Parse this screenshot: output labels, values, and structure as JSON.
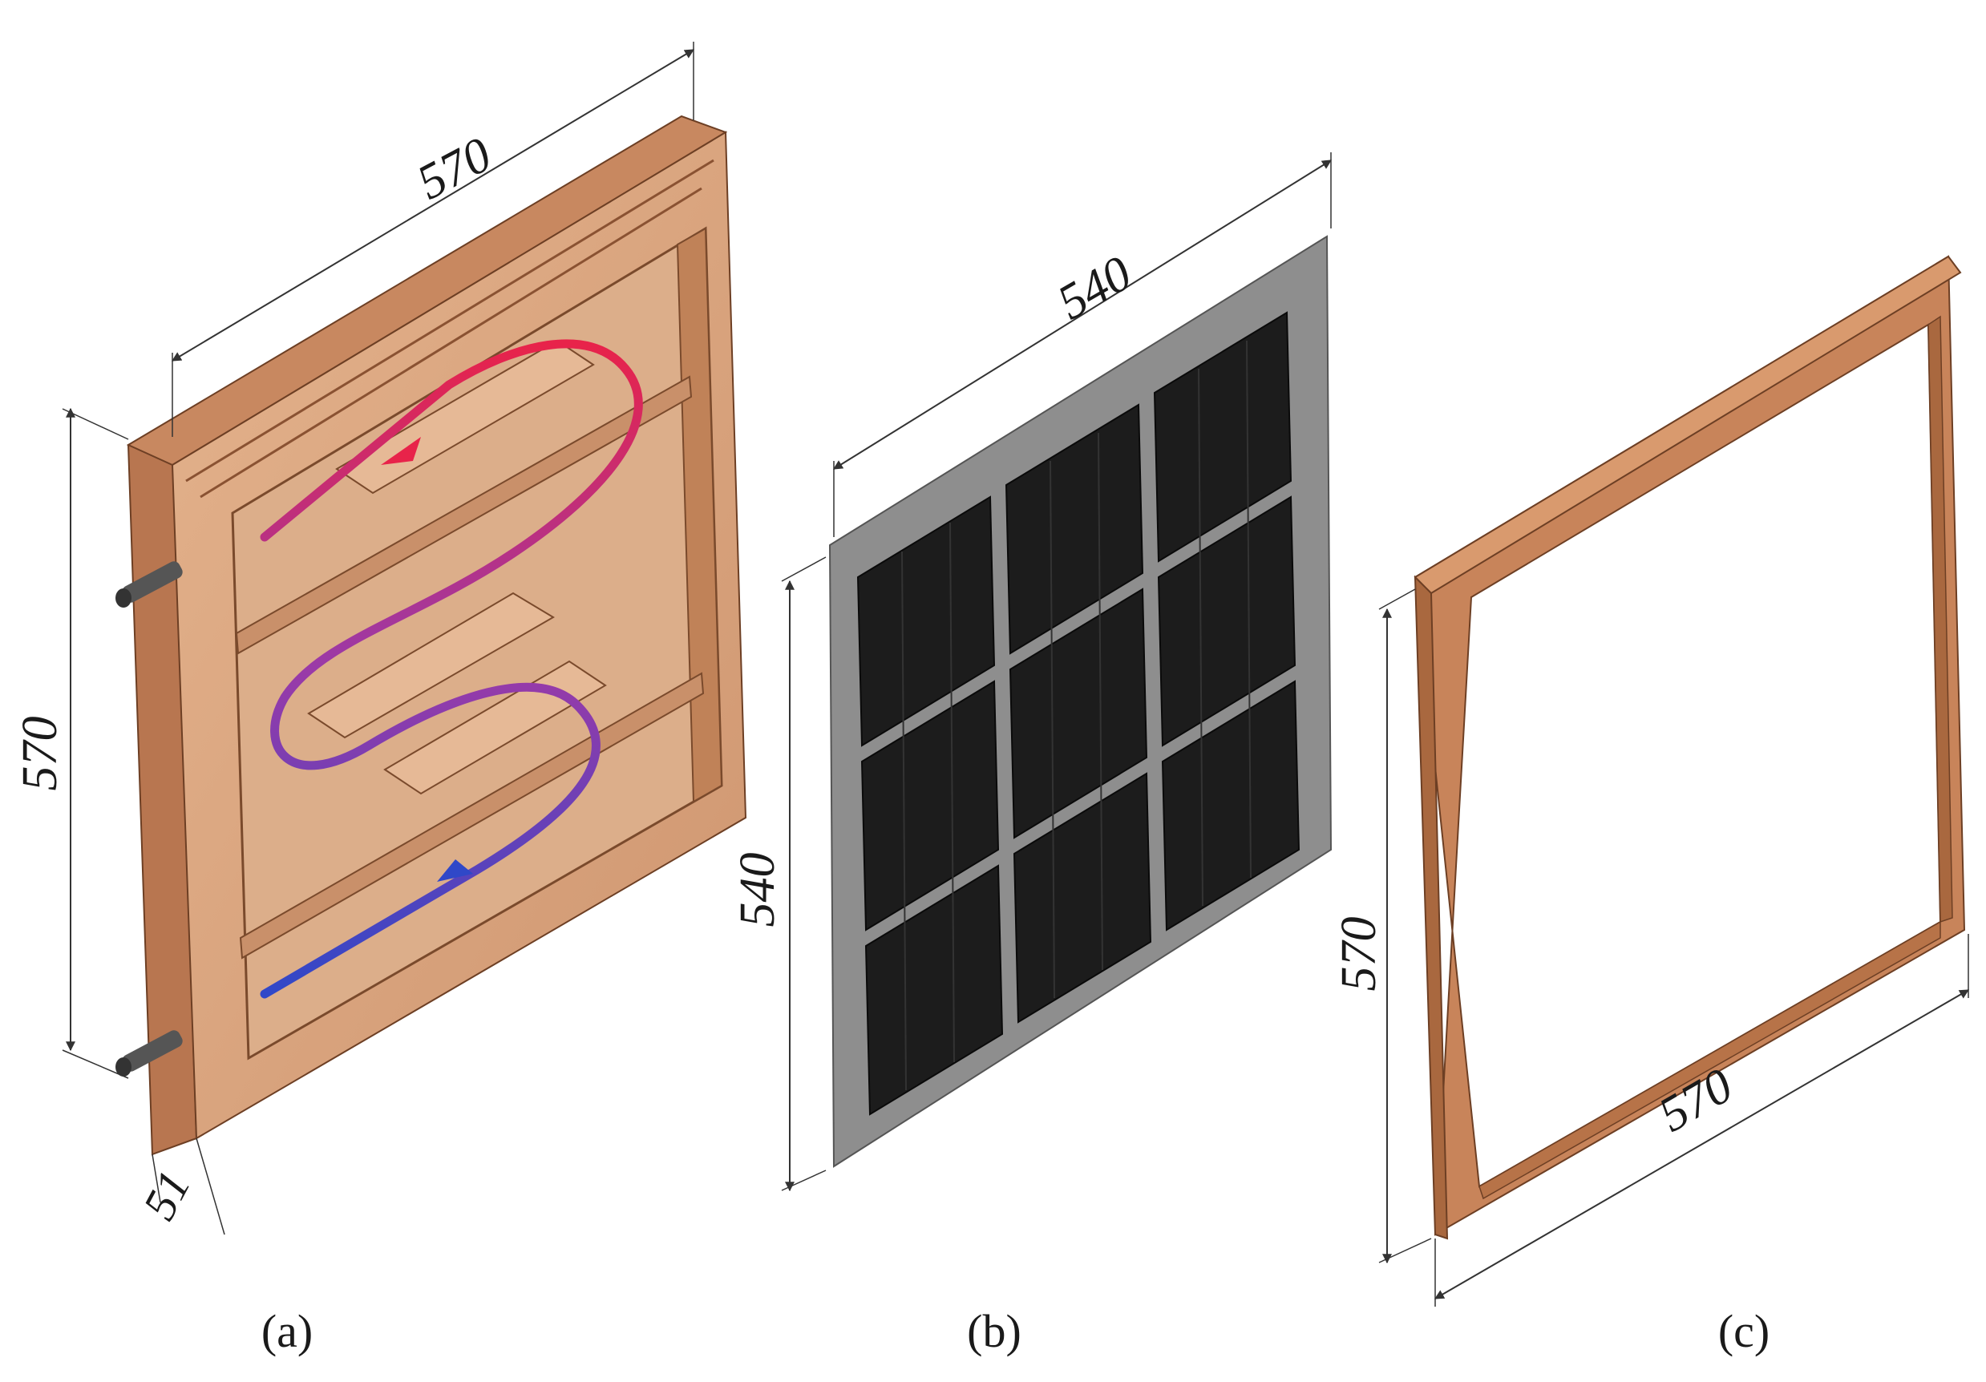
{
  "figure": {
    "panels": [
      {
        "id": "a",
        "caption": "(a)",
        "dimensions": {
          "width": "570",
          "height": "570",
          "depth": "51"
        }
      },
      {
        "id": "b",
        "caption": "(b)",
        "dimensions": {
          "width": "540",
          "height": "540"
        }
      },
      {
        "id": "c",
        "caption": "(c)",
        "dimensions": {
          "width": "570",
          "height": "570"
        }
      }
    ]
  },
  "colors": {
    "wood_front": "#d9a37d",
    "wood_side": "#b87650",
    "wood_dark": "#8a5232",
    "flow_hot": "#e8234a",
    "flow_mid": "#9a3aa8",
    "flow_cold": "#3048c8",
    "pv_backsheet": "#8e8e8e",
    "pv_cell": "#1c1c1c"
  }
}
